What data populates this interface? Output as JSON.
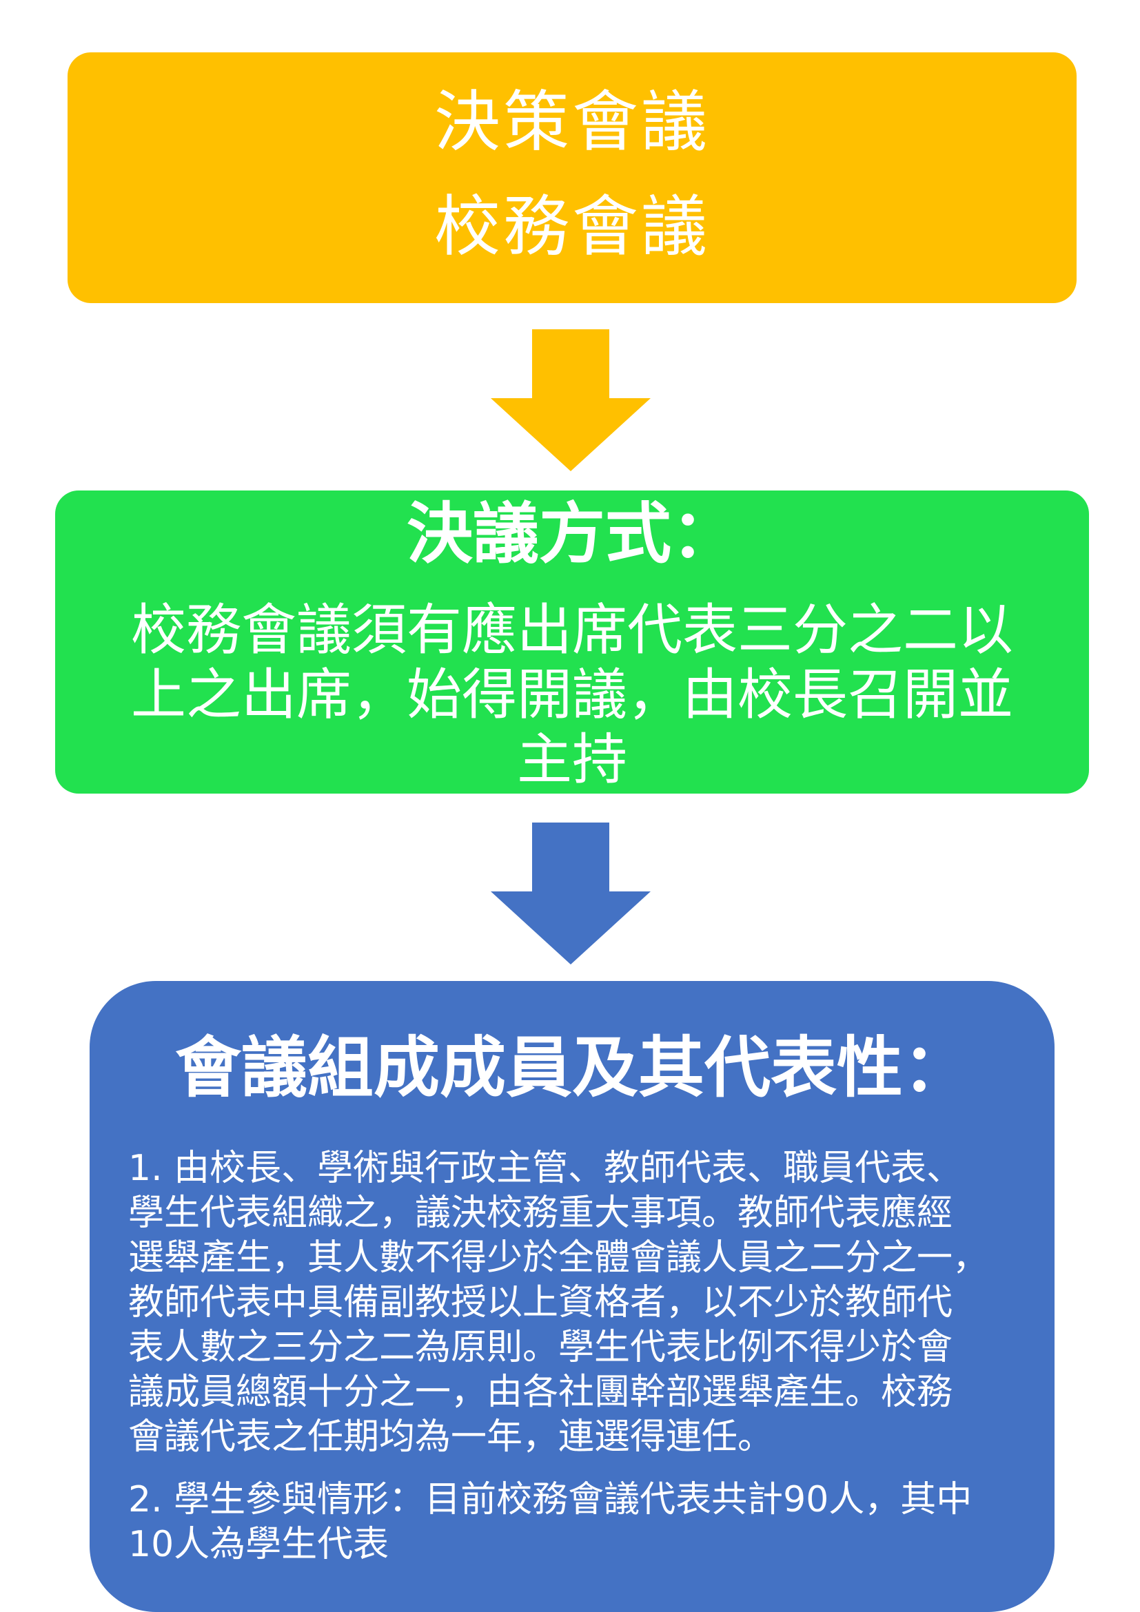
{
  "colors": {
    "top_box": "#ffc000",
    "middle_box": "#22e14f",
    "bottom_box": "#4472c4",
    "arrow_1": "#ffc000",
    "arrow_2": "#4472c4",
    "text": "#ffffff"
  },
  "top_box": {
    "line_1": "決策會議",
    "line_2": "校務會議"
  },
  "middle_box": {
    "title": "決議方式：",
    "body": "校務會議須有應出席代表三分之二以\n上之出席，始得開議，由校長召開並\n主持"
  },
  "bottom_box": {
    "title": "會議組成成員及其代表性：",
    "item_1": "1. 由校長、學術與行政主管、教師代表、職員代表、\n學生代表組織之，議決校務重大事項。教師代表應經\n選舉產生，其人數不得少於全體會議人員之二分之一，\n教師代表中具備副教授以上資格者，以不少於教師代\n表人數之三分之二為原則。學生代表比例不得少於會\n議成員總額十分之一，由各社團幹部選舉產生。校務\n會議代表之任期均為一年，連選得連任。",
    "item_2": "2. 學生參與情形：目前校務會議代表共計90人，其中\n10人為學生代表"
  },
  "arrows": [
    {
      "name": "arrow-down-1",
      "color": "#ffc000"
    },
    {
      "name": "arrow-down-2",
      "color": "#4472c4"
    }
  ]
}
